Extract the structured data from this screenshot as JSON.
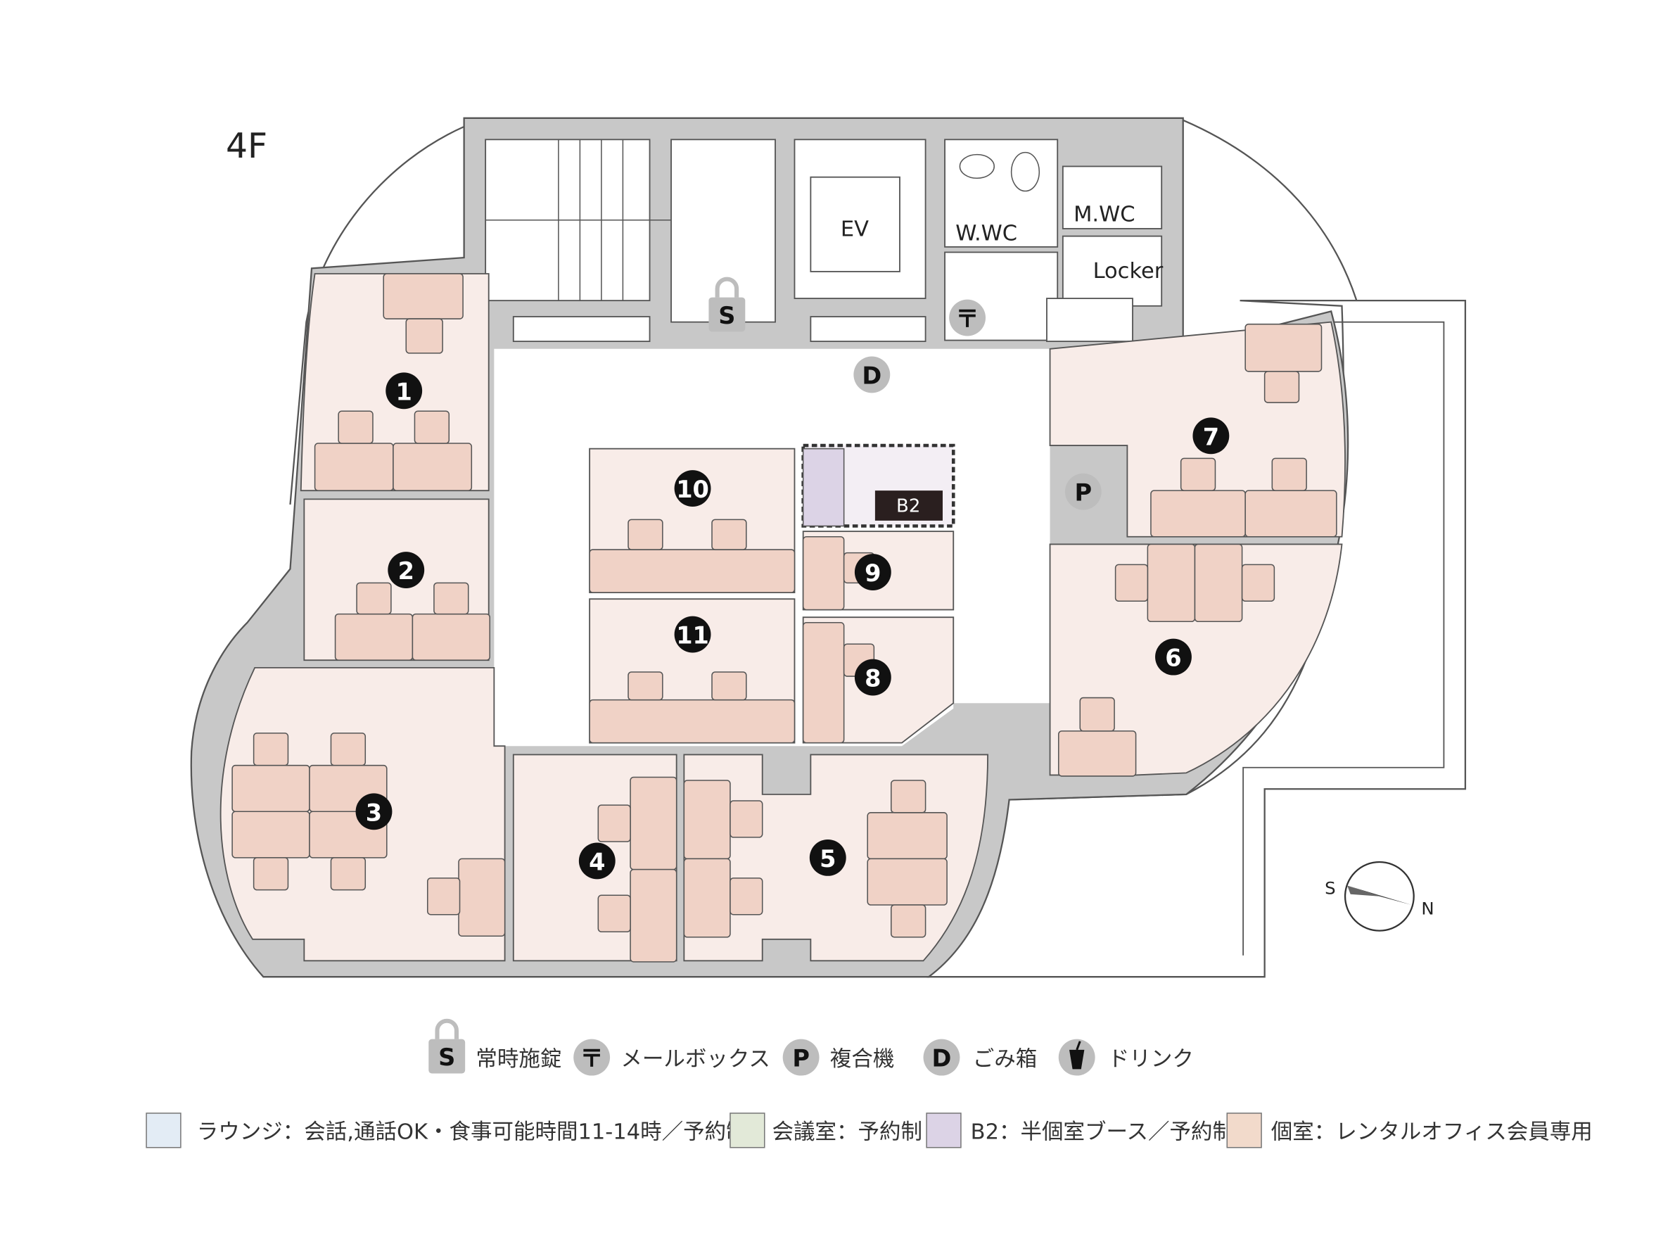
{
  "floor_label": "4F",
  "rooms": {
    "ev": "EV",
    "wwc": "W.WC",
    "mwc": "M.WC",
    "locker": "Locker",
    "b2": "B2"
  },
  "markers": [
    "1",
    "2",
    "3",
    "4",
    "5",
    "6",
    "7",
    "8",
    "9",
    "10",
    "11"
  ],
  "icons": {
    "lock": "S",
    "mailbox": "〒",
    "printer": "P",
    "trash": "D"
  },
  "compass": {
    "s": "S",
    "n": "N"
  },
  "legend_icons": [
    {
      "icon": "lock-icon",
      "glyph": "S",
      "label": "常時施錠"
    },
    {
      "icon": "mailbox-icon",
      "glyph": "〒",
      "label": "メールボックス"
    },
    {
      "icon": "printer-icon",
      "glyph": "P",
      "label": "複合機"
    },
    {
      "icon": "trash-icon",
      "glyph": "D",
      "label": "ごみ箱"
    },
    {
      "icon": "drink-icon",
      "glyph": "",
      "label": "ドリンク"
    }
  ],
  "legend_areas": [
    {
      "label": "ラウンジ：会話,通話OK・食事可能時間11-14時／予約制",
      "color": "#e3ecf5"
    },
    {
      "label": "会議室：予約制",
      "color": "#e2e9d8"
    },
    {
      "label": "B2：半個室ブース／予約制",
      "color": "#dcd3e6"
    },
    {
      "label": "個室：レンタルオフィス会員専用",
      "color": "#f2dacb"
    }
  ],
  "colors": {
    "room": "#f8ece8",
    "furniture": "#f0d2c6",
    "b2": "#dcd3e6",
    "wall": "#c8c8c8"
  }
}
